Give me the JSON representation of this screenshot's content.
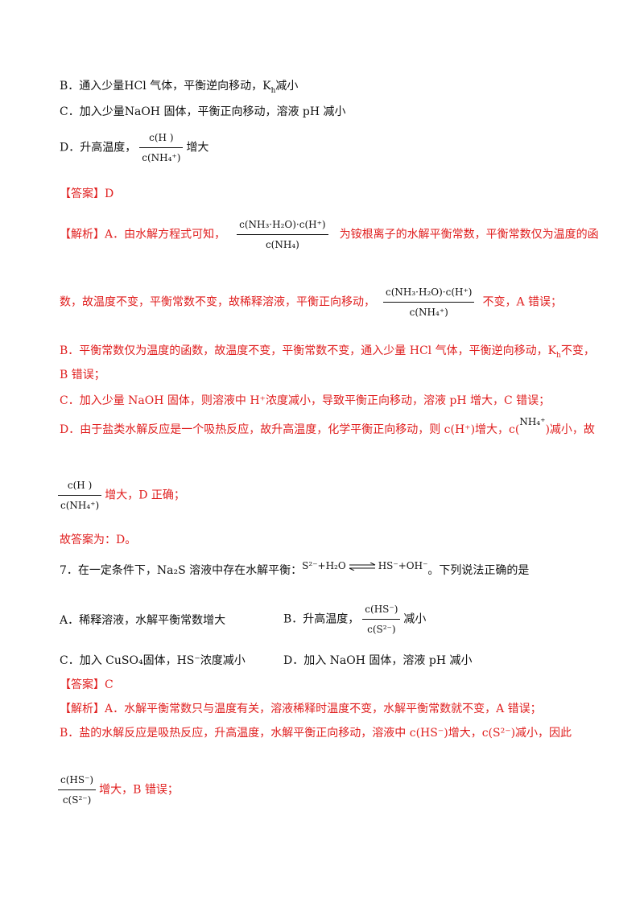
{
  "q6_options": {
    "B": {
      "label": "B．",
      "text": "通入少量HCl 气体，平衡逆向移动，K",
      "sub": "h",
      "tail": "减小"
    },
    "C": {
      "label": "C．",
      "text": "加入少量NaOH 固体，平衡正向移动，溶液 pH 减小"
    },
    "D": {
      "label": "D．",
      "text": "升高温度，",
      "frac_num": "c(H )",
      "frac_den": "c(NH₄⁺)",
      "tail": "增大"
    }
  },
  "q6_answer": {
    "tag": "【答案】",
    "value": "D"
  },
  "q6_analysis": {
    "tag": "【解析】",
    "A1": "A．由水解方程式可知，",
    "A_frac_num": "c(NH₃·H₂O)·c(H⁺)",
    "A_frac_den": "c(NH₄)",
    "A2": "为铵根离子的水解平衡常数，平衡常数仅为温度的函",
    "A3": "数，故温度不变，平衡常数不变，故稀释溶液，平衡正向移动，",
    "A3_frac_num": "c(NH₃·H₂O)·c(H⁺)",
    "A3_frac_den": "c(NH₄⁺)",
    "A4": "不变，A 错误；",
    "B1": "B．平衡常数仅为温度的函数，故温度不变，平衡常数不变，通入少量 HCl 气体，平衡逆向移动，K",
    "B1_sub": "h",
    "B1_tail": "不变，",
    "B2": "B 错误；",
    "C1": "C．加入少量 NaOH 固体，则溶液中 H⁺浓度减小，导致平衡正向移动，溶液 pH 增大，C 错误；",
    "D1": "D．由于盐类水解反应是一个吸热反应，故升高温度，化学平衡正向移动，则 c(H⁺)增大，c(",
    "D1_ion": "NH₄⁺",
    "D1_tail": ")减小，故",
    "D2_frac_num": "c(H )",
    "D2_frac_den": "c(NH₄⁺)",
    "D2_tail": "增大，D 正确；",
    "final": "故答案为：D。"
  },
  "q7": {
    "stem_pre": "7．在一定条件下，Na₂S 溶液中存在水解平衡：",
    "eq_left": "S²⁻+H₂O",
    "eq_right": "HS⁻+OH⁻",
    "stem_post": "。下列说法正确的是",
    "optA": "A．稀释溶液，水解平衡常数增大",
    "optB_pre": "B．升高温度，",
    "optB_num": "c(HS⁻)",
    "optB_den": "c(S²⁻)",
    "optB_tail": "减小",
    "optC": "C．加入 CuSO₄固体，HS⁻浓度减小",
    "optD": "D．加入 NaOH 固体，溶液 pH 减小"
  },
  "q7_answer": {
    "tag": "【答案】",
    "value": "C"
  },
  "q7_analysis": {
    "tag": "【解析】",
    "A1": "A．水解平衡常数只与温度有关，溶液稀释时温度不变，水解平衡常数就不变，A 错误；",
    "B1": "B．盐的水解反应是吸热反应，升高温度，水解平衡正向移动，溶液中 c(HS⁻)增大，c(S²⁻)减小，因此",
    "B2_num": "c(HS⁻)",
    "B2_den": "c(S²⁻)",
    "B2_tail": "增大，B 错误；"
  }
}
